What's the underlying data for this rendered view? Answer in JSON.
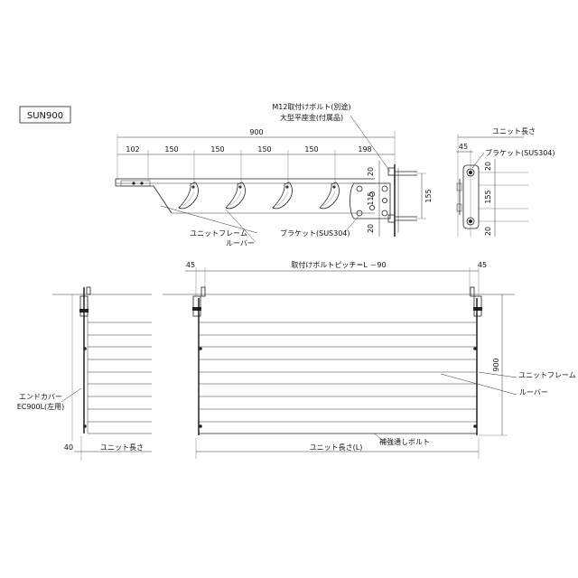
{
  "title_box": {
    "model": "SUN900"
  },
  "side_view": {
    "overall_dim": "900",
    "segment_dims": [
      "102",
      "150",
      "150",
      "150",
      "150",
      "198"
    ],
    "bolt_note_line1": "M12取付けボルト(別途)",
    "bolt_note_line2": "大型平座金(付属品)",
    "dim_20_top": "20",
    "dim_20_bottom": "20",
    "dim_115": "115",
    "dim_155": "155",
    "label_unit_frame": "ユニットフレーム",
    "label_louver": "ルーバー",
    "label_bracket": "ブラケット(SUS304)"
  },
  "end_view": {
    "label_unit_length": "ユニット長さ",
    "dim_45": "45",
    "label_bracket": "ブラケット(SUS304)",
    "dim_20_top": "20",
    "dim_155": "155",
    "dim_20_bottom": "20"
  },
  "left_view": {
    "label_end_cover_line1": "エンドカバー",
    "label_end_cover_line2": "EC900L(左用)",
    "dim_40": "40",
    "label_unit_length": "ユニット長さ"
  },
  "front_view": {
    "dim_45_left": "45",
    "dim_45_right": "45",
    "pitch_label": "取付けボルトピッチ＝L －90",
    "dim_900": "900",
    "label_unit_frame": "ユニットフレーム",
    "label_louver": "ルーバー",
    "label_reinforce_bolt": "補強通しボルト",
    "label_unit_length_L": "ユニット長さ(L)"
  }
}
